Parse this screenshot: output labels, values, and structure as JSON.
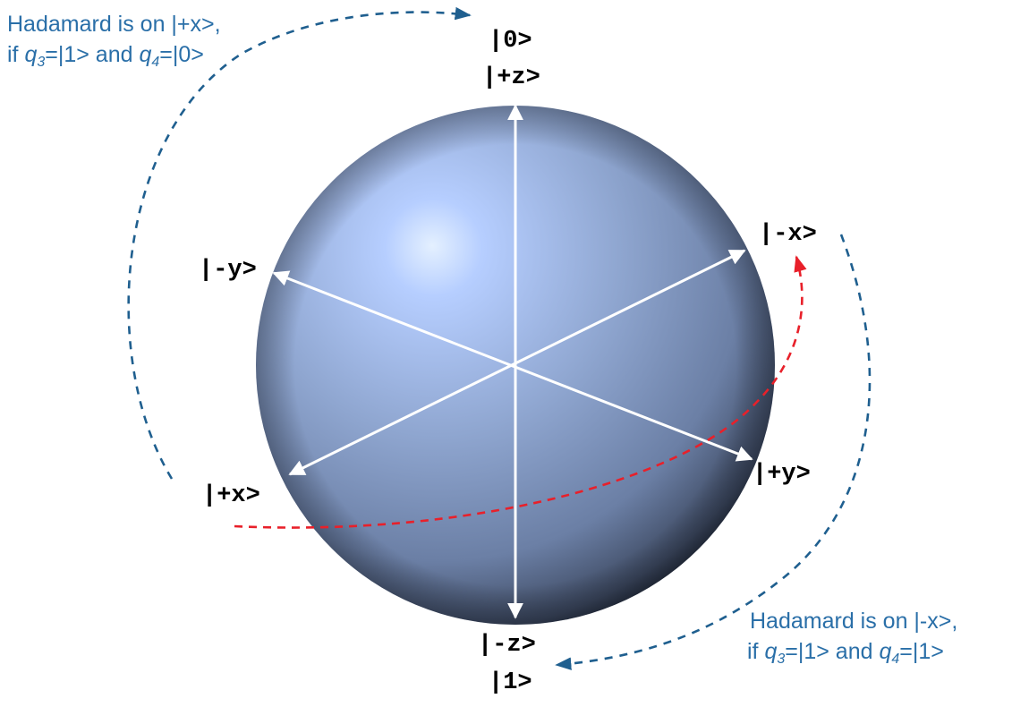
{
  "labels": {
    "ket0": "|0>",
    "plus_z": "|+z>",
    "minus_y": "|-y>",
    "minus_x": "|-x>",
    "plus_x": "|+x>",
    "plus_y": "|+y>",
    "minus_z": "|-z>",
    "ket1": "|1>"
  },
  "note_top": {
    "line1": "Hadamard is on |+x>,",
    "if": "if ",
    "q3": "q",
    "q3_sub": "3",
    "q3_val": "=|1> and ",
    "q4": "q",
    "q4_sub": "4",
    "q4_val": "=|0>"
  },
  "note_bottom": {
    "line1": "Hadamard is on |-x>,",
    "if": "if ",
    "q3": "q",
    "q3_sub": "3",
    "q3_val": "=|1> and ",
    "q4": "q",
    "q4_sub": "4",
    "q4_val": "=|1>"
  },
  "colors": {
    "note_text": "#2a6fa8",
    "dashed_blue": "#1f5f8f",
    "dashed_red": "#e8202a",
    "axis": "#ffffff",
    "sphere_highlight": "#dbeaff",
    "sphere_mid": "#8ea4cc",
    "sphere_shadow": "#1c2430"
  }
}
